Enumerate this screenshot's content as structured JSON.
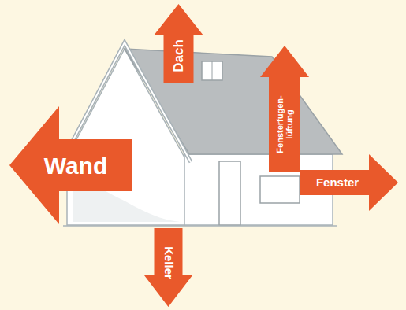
{
  "diagram": {
    "nodes": [
      {
        "text": [
          "Dach"
        ]
      },
      {
        "text": [
          "Fensterfugen- lüftung"
        ]
      },
      {
        "text": [
          "Wand"
        ]
      },
      {
        "text": [
          "Fenster"
        ]
      },
      {
        "text": [
          "Keller"
        ]
      }
    ]
  }
}
